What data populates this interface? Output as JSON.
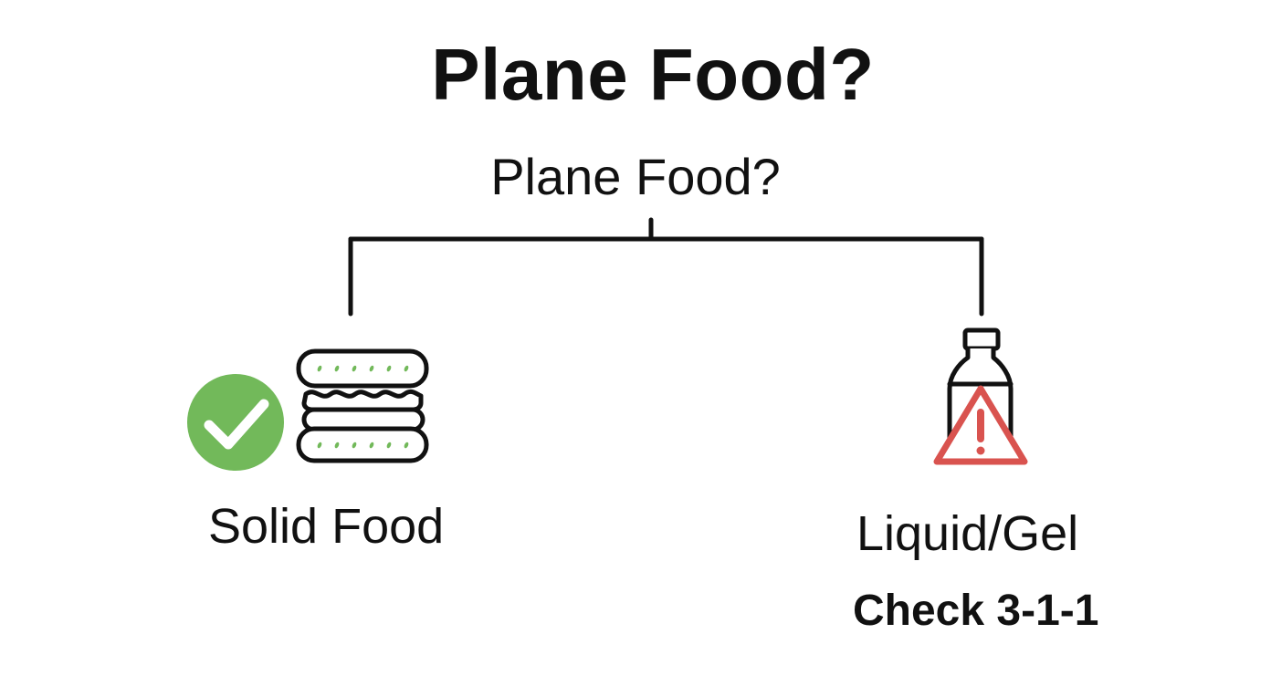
{
  "header": {
    "title": "Plane Food?",
    "root_label": "Plane Food?"
  },
  "branches": [
    {
      "label": "Solid Food",
      "note": "",
      "status_icon": "check-circle-icon",
      "item_icon": "sandwich-icon",
      "status_color": "#72b95a"
    },
    {
      "label": "Liquid/Gel",
      "note": "Check 3-1-1",
      "status_icon": "warning-triangle-icon",
      "item_icon": "bottle-icon",
      "status_color": "#d9534f"
    }
  ],
  "colors": {
    "line": "#111111",
    "text": "#111111",
    "background": "#ffffff"
  }
}
